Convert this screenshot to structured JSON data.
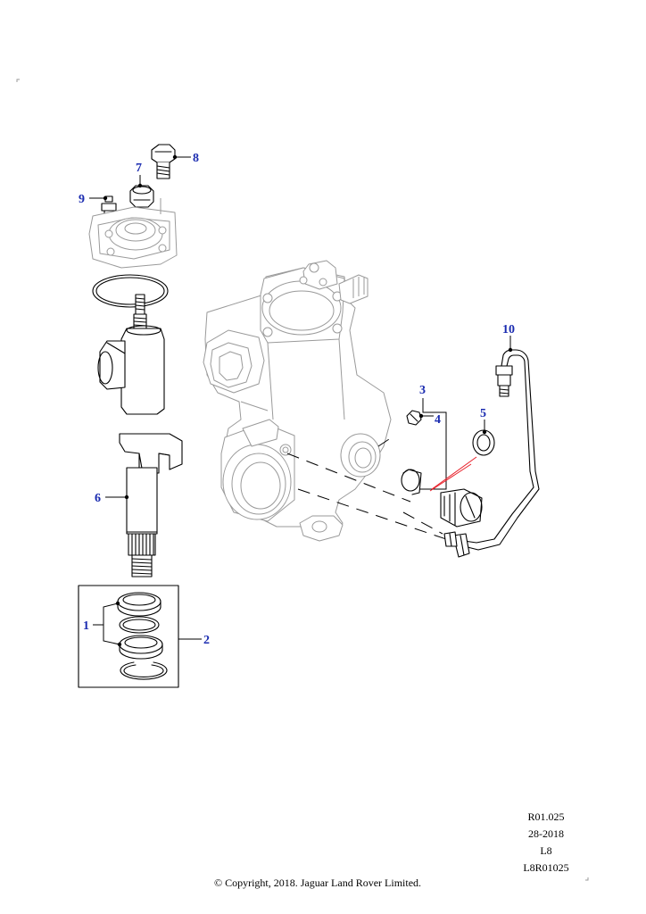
{
  "callouts": {
    "c1": "1",
    "c2": "2",
    "c3": "3",
    "c4": "4",
    "c5": "5",
    "c6": "6",
    "c7": "7",
    "c8": "8",
    "c9": "9",
    "c10": "10"
  },
  "reference": {
    "line1": "R01.025",
    "line2": "28-2018",
    "line3": "L8",
    "line4": "L8R01025"
  },
  "copyright": "© Copyright, 2018. Jaguar Land Rover Limited.",
  "colors": {
    "callout": "#1a2bb0",
    "highlight": "#e8202a",
    "ghost": "#9a9a9a"
  }
}
